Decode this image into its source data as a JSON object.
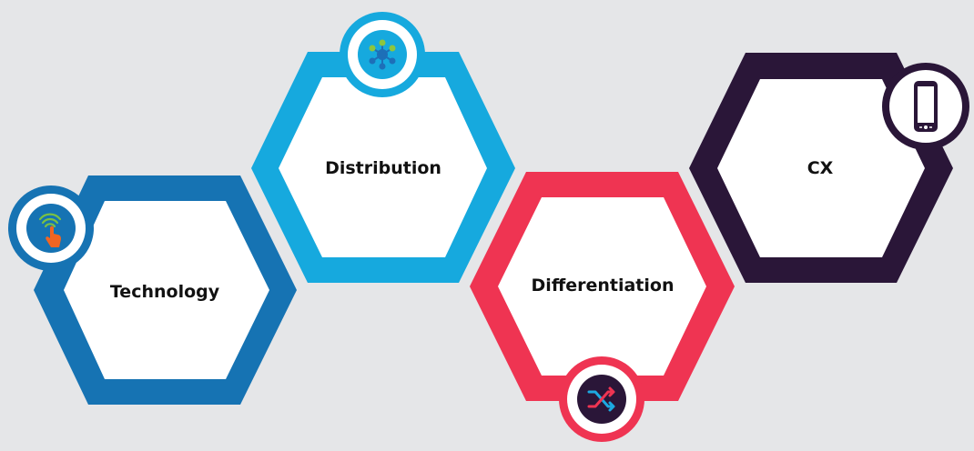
{
  "colors": {
    "background": "#e5e6e8",
    "technology": "#1673b3",
    "distribution": "#16a9de",
    "differentiation": "#ef3452",
    "cx": "#2a1638",
    "inner": "#ffffff",
    "text": "#111111"
  },
  "hexagons": [
    {
      "id": "technology",
      "label": "Technology",
      "icon": "touch-signal-icon"
    },
    {
      "id": "distribution",
      "label": "Distribution",
      "icon": "network-hub-icon"
    },
    {
      "id": "differentiation",
      "label": "Differentiation",
      "icon": "shuffle-arrows-icon"
    },
    {
      "id": "cx",
      "label": "CX",
      "icon": "smartphone-icon"
    }
  ]
}
